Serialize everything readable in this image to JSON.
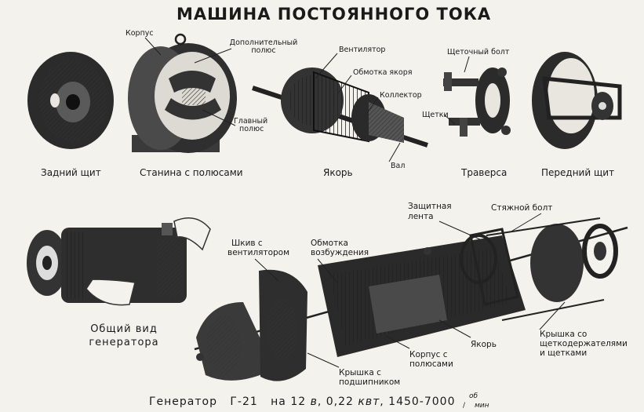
{
  "title": "МАШИНА ПОСТОЯННОГО ТОКА",
  "parts": {
    "rear_shield": "Задний щит",
    "frame": "Станина с полюсами",
    "armature": "Якорь",
    "traverse": "Траверса",
    "front_shield": "Передний щит"
  },
  "callouts_top": {
    "housing": "Корпус",
    "aux_pole_1": "Дополнительный",
    "aux_pole_2": "полюс",
    "main_pole_1": "Главный",
    "main_pole_2": "полюс",
    "fan": "Вентилятор",
    "armature_winding": "Обмотка якоря",
    "collector": "Коллектор",
    "shaft": "Вал",
    "brush_bolt": "Щеточный болт",
    "brushes": "Щетки"
  },
  "callouts_bottom": {
    "general_view_1": "Общий вид",
    "general_view_2": "генератора",
    "pulley_1": "Шкив с",
    "pulley_2": "вентилятором",
    "field_winding_1": "Обмотка",
    "field_winding_2": "возбуждения",
    "protective_band_1": "Защитная",
    "protective_band_2": "лента",
    "tie_bolt": "Стяжной болт",
    "cover_brush_1": "Крышка со",
    "cover_brush_2": "щеткодержателями",
    "cover_brush_3": "и щетками",
    "armature": "Якорь",
    "body_poles_1": "Корпус с",
    "body_poles_2": "полюсами",
    "cover_bearing_1": "Крышка с",
    "cover_bearing_2": "подшипником"
  },
  "footer": {
    "generator": "Генератор",
    "model": "Г-21",
    "on": "на",
    "voltage": "12",
    "voltage_unit": "в",
    "power": ", 0,22",
    "power_unit": "квт",
    "speed": ", 1450-7000",
    "speed_unit_top": "об",
    "speed_unit_bottom": "мин"
  }
}
